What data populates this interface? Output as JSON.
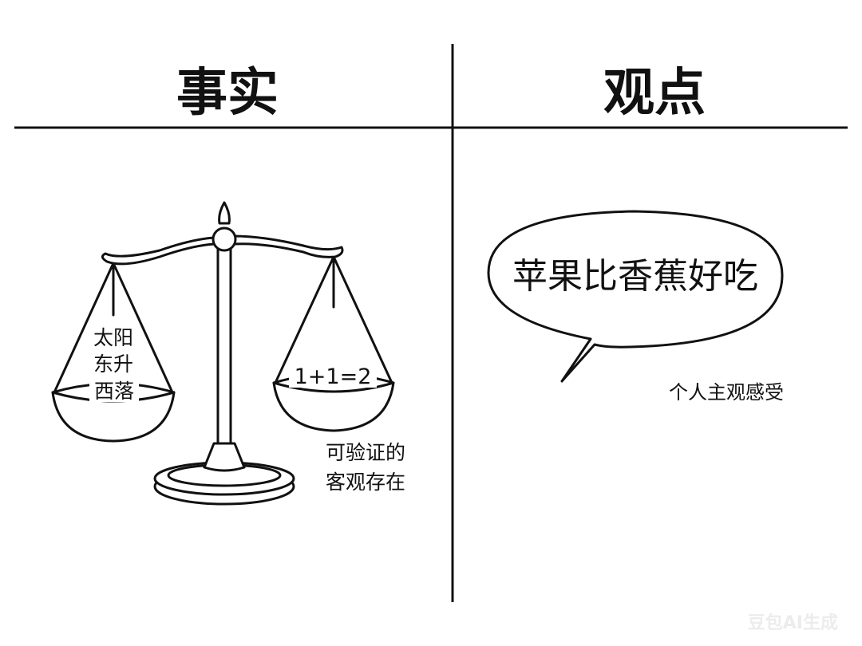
{
  "left": {
    "title": "事实",
    "left_pan_text": [
      "太阳",
      "东升",
      "西落"
    ],
    "right_pan_text": "1+1=2",
    "caption": [
      "可验证的",
      "客观存在"
    ]
  },
  "right": {
    "title": "观点",
    "bubble_text": "苹果比香蕉好吃",
    "caption": "个人主观感受"
  },
  "watermark": "豆包AI生成",
  "colors": {
    "ink": "#111111",
    "background": "#ffffff"
  }
}
